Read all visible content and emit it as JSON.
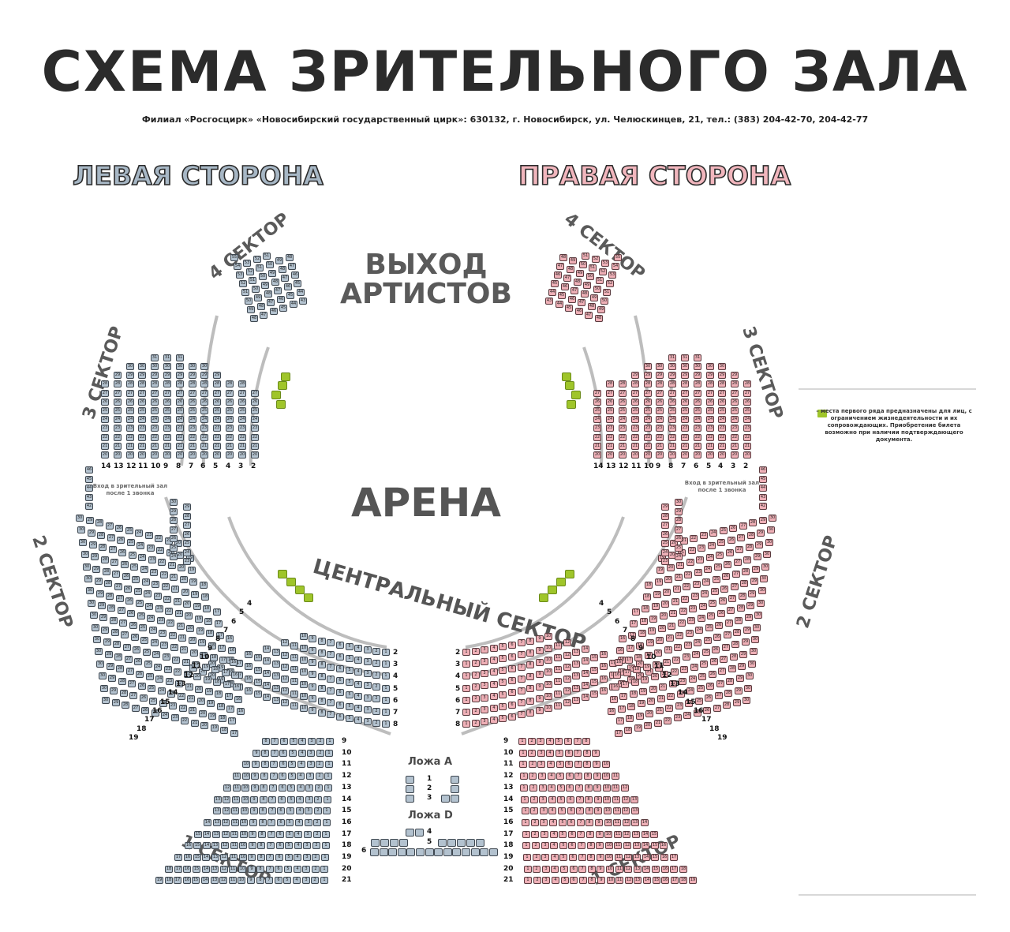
{
  "header": {
    "title": "СХЕМА ЗРИТЕЛЬНОГО ЗАЛА",
    "subtitle": "Филиал «Росгосцирк» «Новосибирский государственный цирк»: 630132, г. Новосибирск, ул. Челюскинцев, 21, тел.: (383) 204-42-70, 204-42-77"
  },
  "sides": {
    "left": "ЛЕВАЯ СТОРОНА",
    "right": "ПРАВАЯ СТОРОНА"
  },
  "zones": {
    "exit": "ВЫХОД АРТИСТОВ",
    "arena": "АРЕНА",
    "central": "ЦЕНТРАЛЬНЫЙ СЕКТОР"
  },
  "sectors": {
    "s1": "1 СЕКТОР",
    "s2": "2 СЕКТОР",
    "s3": "3 СЕКТОР",
    "s4": "4 СЕКТОР"
  },
  "entrance_note": "Вход в зрительный зал после 1 звонка",
  "loges": {
    "a": "Ложа А",
    "d": "Ложа D"
  },
  "legend": {
    "text": "– места первого ряда предназначены для лиц, с ограничением жизнедеятельности и их сопровождающих. Приобретение билета возможно при наличии подтверждающего документа."
  },
  "row_numbers": {
    "sector3_left": [
      "14",
      "13",
      "12",
      "11",
      "10",
      "9",
      "8",
      "7",
      "6",
      "5",
      "4",
      "3",
      "2"
    ],
    "sector3_right": [
      "2",
      "3",
      "4",
      "5",
      "6",
      "7",
      "8",
      "9",
      "10",
      "11",
      "12",
      "13",
      "14"
    ],
    "central_left": [
      "2",
      "3",
      "4",
      "5",
      "6",
      "7",
      "8"
    ],
    "central_right": [
      "2",
      "3",
      "4",
      "5",
      "6",
      "7",
      "8"
    ],
    "sector1": [
      "9",
      "10",
      "11",
      "12",
      "13",
      "14",
      "15",
      "16",
      "17",
      "18",
      "19",
      "20",
      "21"
    ],
    "loge_a_rows": [
      "1",
      "2",
      "3"
    ],
    "loge_d_rows": [
      "4",
      "5",
      "6"
    ],
    "sector2_left": [
      "4",
      "5",
      "6",
      "7",
      "8",
      "9",
      "10",
      "11",
      "12",
      "13",
      "14",
      "15",
      "16",
      "17",
      "18",
      "19"
    ],
    "sector2_right": [
      "4",
      "5",
      "6",
      "7",
      "8",
      "9",
      "10",
      "11",
      "12",
      "13",
      "14",
      "15",
      "16",
      "17",
      "18",
      "19"
    ]
  },
  "colors": {
    "left_seat": "#b3c2cf",
    "right_seat": "#efb0b7",
    "accessible": "#9fc52a"
  }
}
